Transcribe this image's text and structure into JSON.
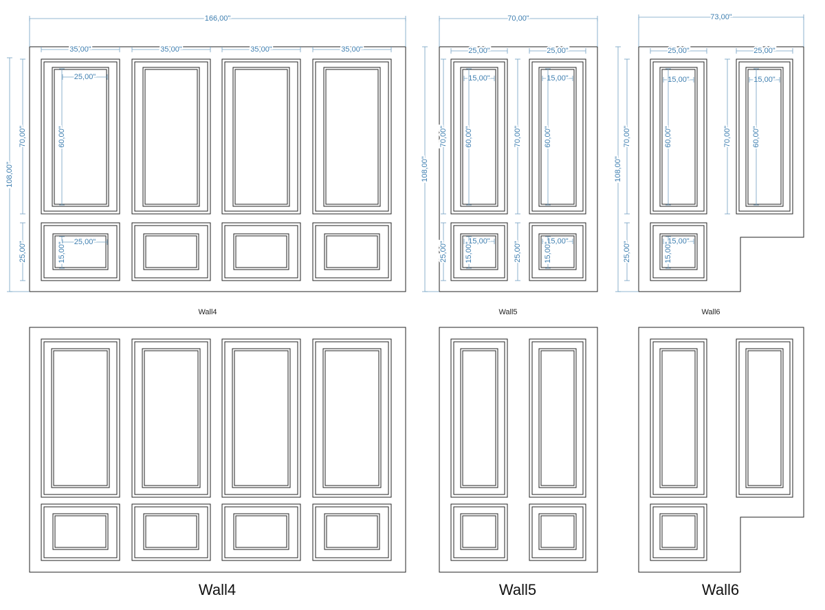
{
  "walls": {
    "wall4": {
      "name": "Wall4",
      "dims": {
        "total_width": "166,00\"",
        "panel_width": "35,00\"",
        "total_height": "108,00\"",
        "upper_height": "70,00\"",
        "upper_inner_width": "25,00\"",
        "upper_inner_height": "60,00\"",
        "lower_height": "25,00\"",
        "lower_inner_width": "25,00\"",
        "lower_inner_height": "15,00\""
      }
    },
    "wall5": {
      "name": "Wall5",
      "dims": {
        "total_width": "70,00\"",
        "panel_width": "25,00\"",
        "total_height": "108,00\"",
        "upper_height": "70,00\"",
        "upper_inner_width": "15,00\"",
        "upper_inner_height": "60,00\"",
        "lower_height": "25,00\"",
        "lower_inner_width": "15,00\"",
        "lower_inner_height": "15,00\""
      }
    },
    "wall6": {
      "name": "Wall6",
      "dims": {
        "total_width": "73,00\"",
        "panel_width": "25,00\"",
        "total_height": "108,00\"",
        "upper_height": "70,00\"",
        "upper_inner_width": "15,00\"",
        "upper_inner_height": "60,00\"",
        "lower_height": "25,00\"",
        "lower_inner_width": "15,00\"",
        "lower_inner_height": "15,00\""
      }
    }
  },
  "colors": {
    "dimension": "#3f7fb0",
    "lines": "#222222"
  }
}
